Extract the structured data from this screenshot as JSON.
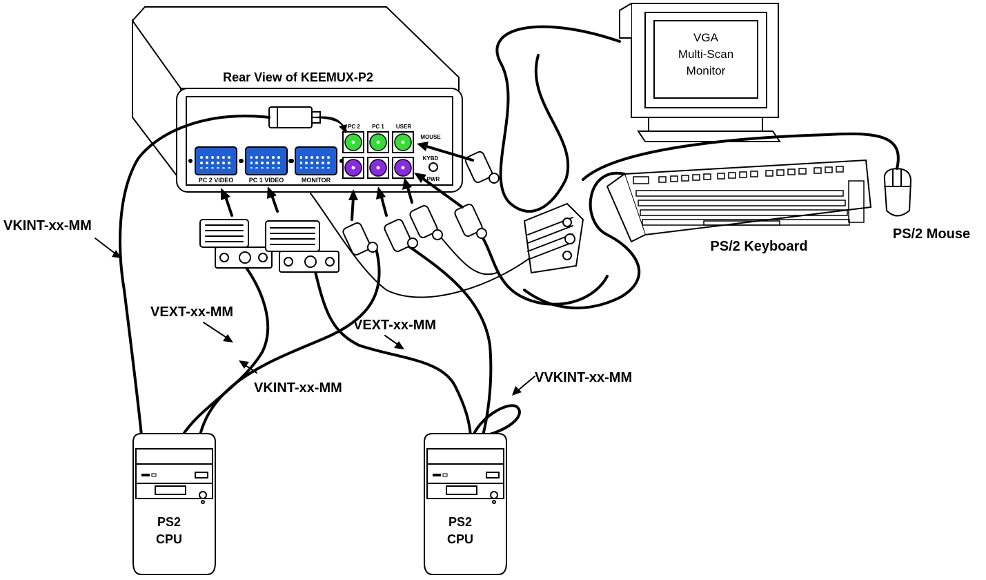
{
  "title": "Rear View of KEEMUX-P2",
  "ports": {
    "pc2_video": "PC 2 VIDEO",
    "pc1_video": "PC 1 VIDEO",
    "monitor": "MONITOR",
    "pc2": "PC 2",
    "pc1": "PC 1",
    "user": "USER",
    "mouse": "MOUSE",
    "kybd": "KYBD",
    "pwr": "PWR"
  },
  "monitor_text": [
    "VGA",
    "Multi-Scan",
    "Monitor"
  ],
  "keyboard_label": "PS/2 Keyboard",
  "mouse_label": "PS/2 Mouse",
  "cable_labels": {
    "vkint_left": "VKINT-xx-MM",
    "vext_left": "VEXT-xx-MM",
    "vkint_mid": "VKINT-xx-MM",
    "vext_right": "VEXT-xx-MM",
    "vvkint": "VVKINT-xx-MM"
  },
  "cpu_left": [
    "PS2",
    "CPU"
  ],
  "cpu_right": [
    "PS2",
    "CPU"
  ],
  "colors": {
    "vga_port": "#1f5fd6",
    "mouse_port": "#33dd33",
    "keyboard_port": "#8a2be2"
  }
}
